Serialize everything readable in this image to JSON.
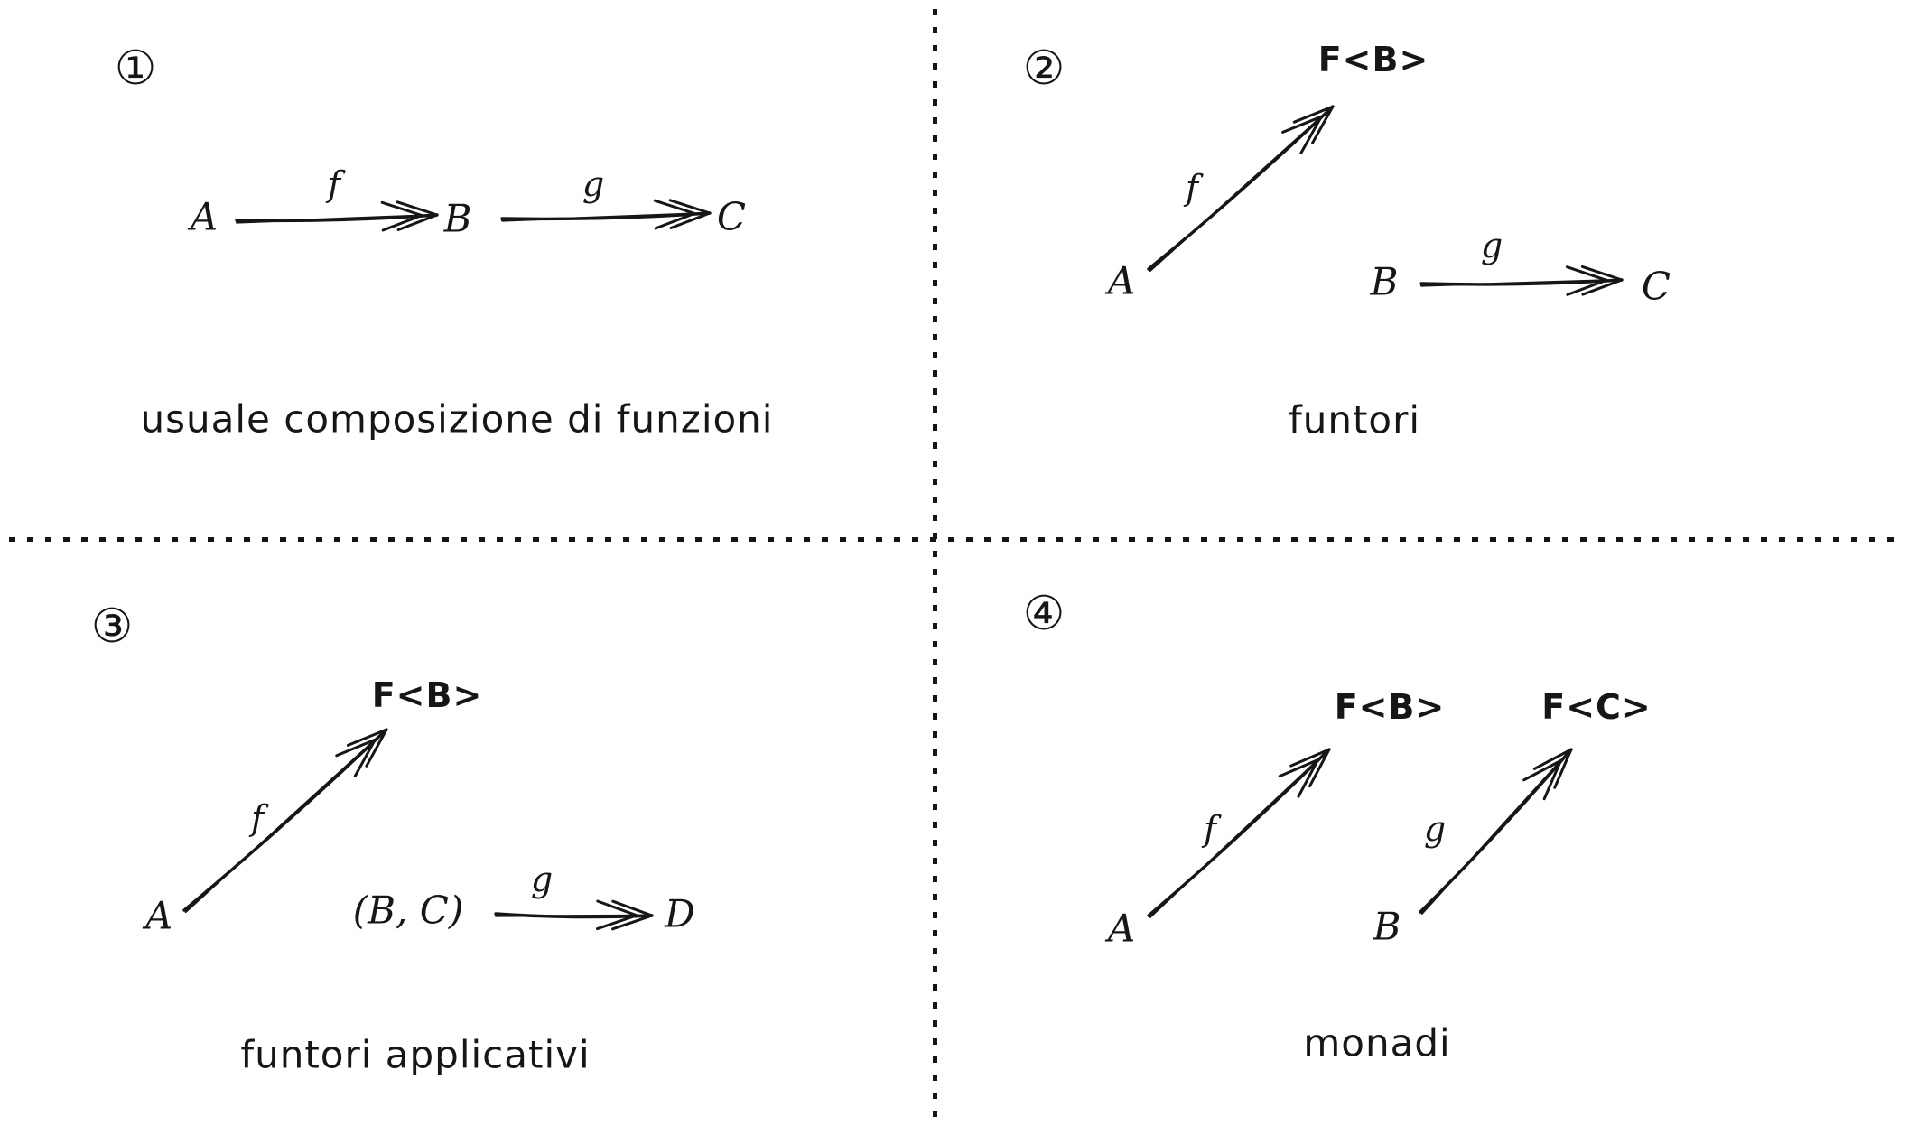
{
  "ink": "#161616",
  "background": "#ffffff",
  "quadrants": [
    {
      "badge": "①",
      "caption": "usuale composizione di funzioni",
      "nodes": {
        "a": "A",
        "b": "B",
        "c": "C"
      },
      "arrows": {
        "f": "f",
        "g": "g"
      }
    },
    {
      "badge": "②",
      "caption": "funtori",
      "nodes": {
        "a": "A",
        "b": "B",
        "c": "C",
        "fb": "F<B>"
      },
      "arrows": {
        "f": "f",
        "g": "g"
      }
    },
    {
      "badge": "③",
      "caption": "funtori applicativi",
      "nodes": {
        "a": "A",
        "bc": "(B, C)",
        "d": "D",
        "fb": "F<B>"
      },
      "arrows": {
        "f": "f",
        "g": "g"
      }
    },
    {
      "badge": "④",
      "caption": "monadi",
      "nodes": {
        "a": "A",
        "b": "B",
        "fb": "F<B>",
        "fc": "F<C>"
      },
      "arrows": {
        "f": "f",
        "g": "g"
      }
    }
  ]
}
